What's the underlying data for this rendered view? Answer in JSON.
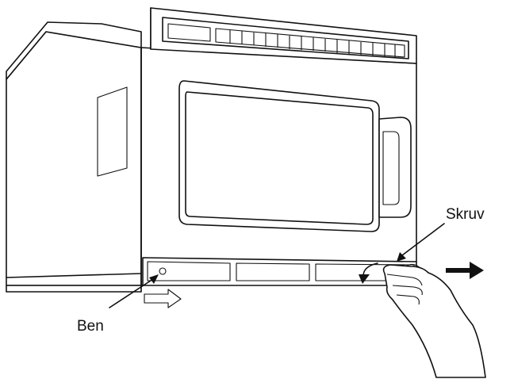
{
  "labels": {
    "screw": "Skruv",
    "leg": "Ben"
  },
  "colors": {
    "line": "#111111",
    "background": "#ffffff"
  },
  "icons": {
    "pull_direction_arrow": "arrow-right-filled",
    "slide_direction_arrow": "arrow-right-outline",
    "rotation_arrow": "curved-arrow-counterclockwise"
  }
}
